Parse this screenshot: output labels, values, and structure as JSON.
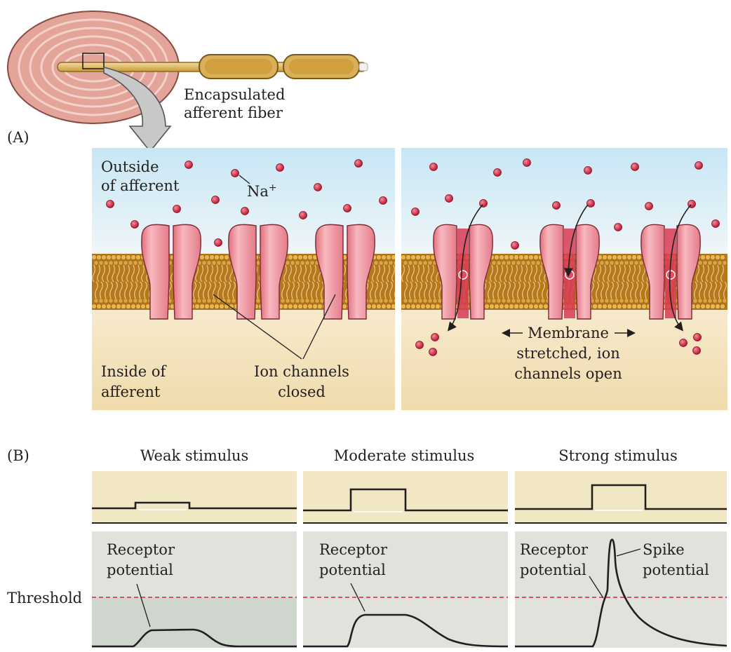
{
  "panel_a": {
    "letter": "(A)",
    "fiber_label_line1": "Encapsulated",
    "fiber_label_line2": "afferent fiber",
    "outside_line1": "Outside",
    "outside_line2": "of afferent",
    "sodium_label": "Na",
    "sodium_charge": "+",
    "inside_line1": "Inside of",
    "inside_line2": "afferent",
    "closed_line1": "Ion channels",
    "closed_line2": "closed",
    "open_line1": "Membrane",
    "open_line2": "stretched, ion",
    "open_line3": "channels open"
  },
  "panel_b": {
    "letter": "(B)",
    "threshold_label": "Threshold",
    "columns": [
      {
        "title": "Weak stimulus",
        "label1_line1": "Receptor",
        "label1_line2": "potential"
      },
      {
        "title": "Moderate stimulus",
        "label1_line1": "Receptor",
        "label1_line2": "potential"
      },
      {
        "title": "Strong stimulus",
        "label1_line1": "Receptor",
        "label1_line2": "potential",
        "label2_line1": "Spike",
        "label2_line2": "potential"
      }
    ]
  },
  "colors": {
    "extracellular": "#cfe9f5",
    "intracellular": "#f3e3bd",
    "membrane": "#c98a2a",
    "channel": "#f0a0a8",
    "ion": "#d0233c",
    "stimulus_bg": "#f1e7c4",
    "response_bg": "#dfe3dc",
    "threshold": "#d9234a"
  }
}
